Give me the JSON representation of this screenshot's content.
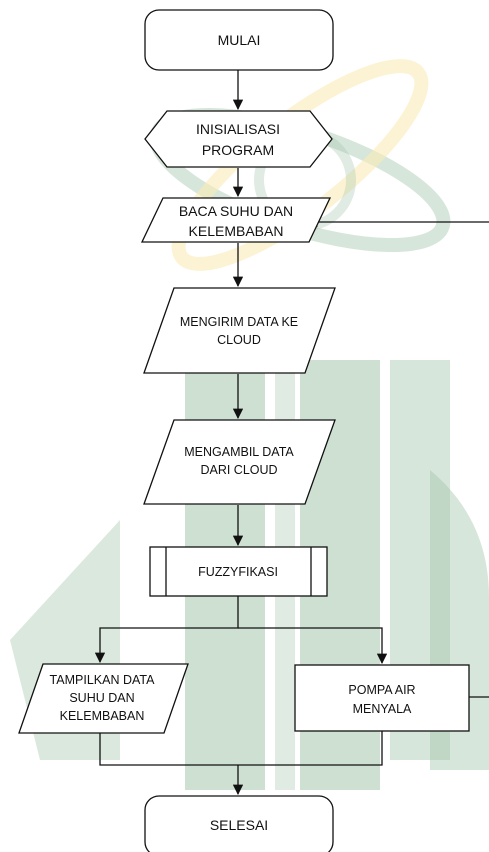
{
  "diagram": {
    "nodes": {
      "start": {
        "lines": [
          "MULAI"
        ]
      },
      "init": {
        "lines": [
          "INISIALISASI",
          "PROGRAM"
        ]
      },
      "read": {
        "lines": [
          "BACA SUHU DAN",
          "KELEMBABAN"
        ]
      },
      "send": {
        "lines": [
          "MENGIRIM DATA KE",
          "CLOUD"
        ]
      },
      "fetch": {
        "lines": [
          "MENGAMBIL DATA",
          "DARI CLOUD"
        ]
      },
      "fuzzy": {
        "lines": [
          "FUZZYFIKASI"
        ]
      },
      "display": {
        "lines": [
          "TAMPILKAN DATA",
          "SUHU DAN",
          "KELEMBABAN"
        ]
      },
      "pump": {
        "lines": [
          "POMPA AIR",
          "MENYALA"
        ]
      },
      "end": {
        "lines": [
          "SELESAI"
        ]
      }
    },
    "colors": {
      "watermark_green": "#4e8e5d",
      "watermark_yellow": "#f5d76e",
      "stroke": "#111111",
      "fill": "#ffffff"
    }
  }
}
